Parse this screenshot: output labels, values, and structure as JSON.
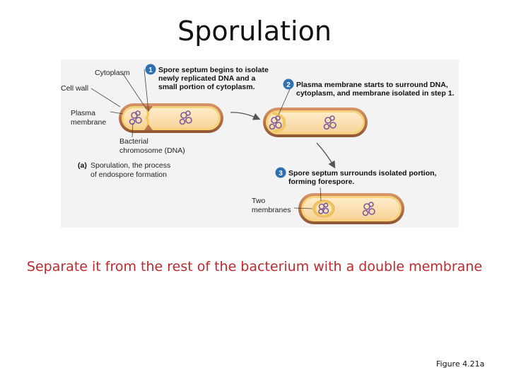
{
  "title": "Sporulation",
  "diagram": {
    "labels": {
      "cytoplasm": "Cytoplasm",
      "cell_wall": "Cell wall",
      "plasma_line1": "Plasma",
      "plasma_line2": "membrane",
      "chromosome_line1": "Bacterial",
      "chromosome_line2": "chromosome (DNA)",
      "two_membranes_line1": "Two",
      "two_membranes_line2": "membranes"
    },
    "part_label": {
      "letter": "(a)",
      "line1": "Sporulation, the process",
      "line2": "of endospore formation"
    },
    "steps": [
      {
        "number": "1",
        "lines": [
          "Spore septum begins to isolate",
          "newly replicated DNA and a",
          "small portion of cytoplasm."
        ]
      },
      {
        "number": "2",
        "lines": [
          "Plasma membrane starts to surround DNA,",
          "cytoplasm, and membrane isolated in step 1."
        ]
      },
      {
        "number": "3",
        "lines": [
          "Spore septum surrounds isolated portion,",
          "forming forespore."
        ]
      }
    ],
    "colors": {
      "cell_wall": "#b9744a",
      "cytoplasm": "#fbe0b0",
      "membrane": "#f6d27a",
      "dna": "#7a5a9c",
      "step_badge": "#2f6fb3"
    }
  },
  "caption": "Separate it from the rest of the bacterium with a double membrane",
  "figure_ref": "Figure 4.21a"
}
